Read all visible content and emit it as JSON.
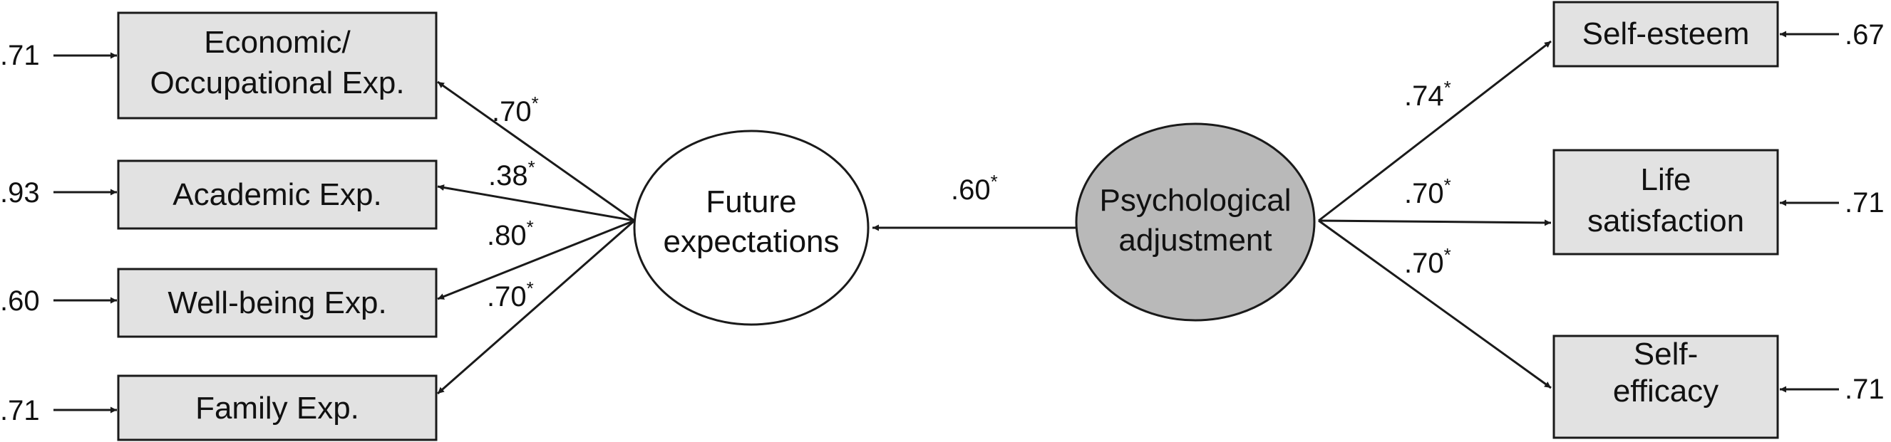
{
  "nodes": {
    "future": [
      "Future",
      "expectations"
    ],
    "psych": [
      "Psychological",
      "adjustment"
    ]
  },
  "indicators_left": [
    {
      "lines": [
        "Economic/",
        "Occupational Exp."
      ],
      "error": ".71",
      "loading": ".70",
      "sig": "*"
    },
    {
      "lines": [
        "Academic Exp."
      ],
      "error": ".93",
      "loading": ".38",
      "sig": "*"
    },
    {
      "lines": [
        "Well-being Exp."
      ],
      "error": ".60",
      "loading": ".80",
      "sig": "*"
    },
    {
      "lines": [
        "Family Exp."
      ],
      "error": ".71",
      "loading": ".70",
      "sig": "*"
    }
  ],
  "indicators_right": [
    {
      "lines": [
        "Self-esteem"
      ],
      "error": ".67",
      "loading": ".74",
      "sig": "*"
    },
    {
      "lines": [
        "Life",
        "satisfaction"
      ],
      "error": ".71",
      "loading": ".70",
      "sig": "*"
    },
    {
      "lines": [
        "Self-",
        "efficacy"
      ],
      "error": ".71",
      "loading": ".70",
      "sig": "*"
    }
  ],
  "structural": {
    "value": ".60",
    "sig": "*"
  },
  "colors": {
    "box_fill": "#e2e2e2",
    "latent_gray": "#b9b9b9",
    "stroke": "#1a1a1a"
  }
}
